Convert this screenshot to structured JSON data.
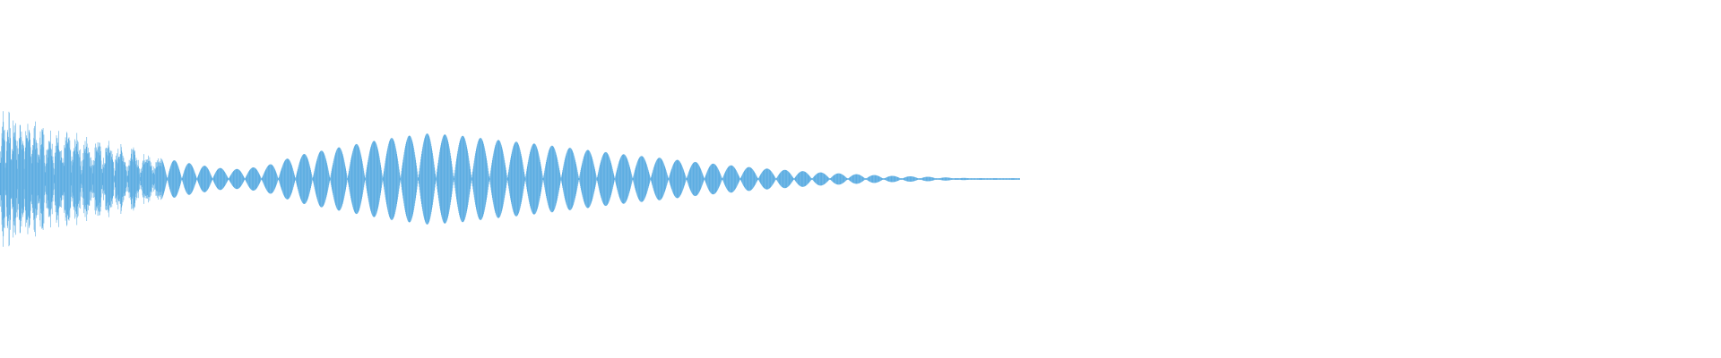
{
  "waveform": {
    "color": "#5DADE2",
    "background": "#ffffff",
    "normalized_peaks": [
      0.84,
      0.7,
      0.56,
      0.48,
      0.37,
      0.26,
      0.18,
      0.12,
      0.16,
      0.3,
      0.38,
      0.46,
      0.53,
      0.58,
      0.55,
      0.5,
      0.46,
      0.41,
      0.36,
      0.31,
      0.27,
      0.22,
      0.18,
      0.14,
      0.11,
      0.08,
      0.06,
      0.04,
      0.03,
      0.015,
      0.008,
      0.0
    ]
  }
}
